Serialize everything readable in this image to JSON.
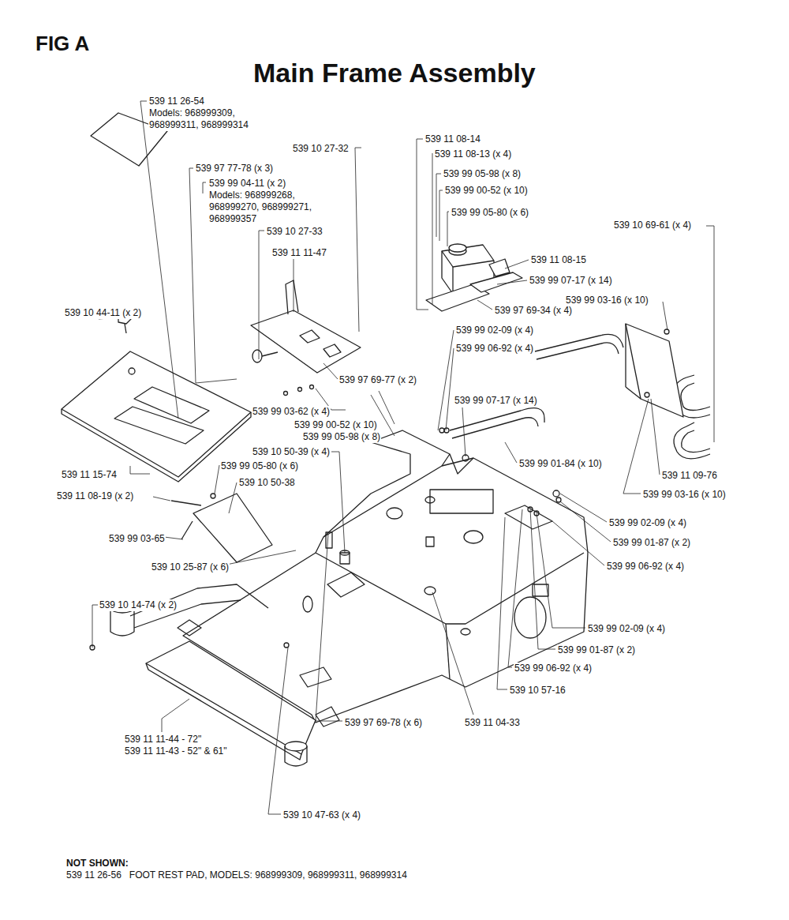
{
  "diagram": {
    "title": "Main Frame Assembly",
    "labels": [
      "FIG A",
      "539 11 26-54",
      "Models: 968999309, 968999311, 968999314",
      "539 10 27-32",
      "539 97 77-78 (x 3)",
      "539 99 04-11 (x 2)",
      "Models: 968999268, 968999270, 968999271, 968999357",
      "539 10 27-33",
      "539 11 11-47",
      "539 10 44-11 (x 2)",
      "539 97 69-77 (x 2)",
      "539 99 03-62 (x 4)",
      "539 99 00-52 (x 10)",
      "539 99 05-98 (x 8)",
      "539 11 15-74",
      "539 10 50-39 (x 4)",
      "539 99 05-80 (x 6)",
      "539 10 50-38",
      "539 11 08-19 (x 2)",
      "539 99 03-65",
      "539 10 25-87 (x 6)",
      "539 10 14-74 (x 2)",
      "539 11 11-44 - 72\"",
      "539 11 11-43 - 52\" & 61\"",
      "539 97 69-78 (x 6)",
      "539 10 47-63 (x 4)",
      "539 11 08-14",
      "539 11 08-13 (x 4)",
      "539 99 05-98 (x 8)",
      "539 99 00-52 (x 10)",
      "539 99 05-80 (x 6)",
      "539 10 69-61 (x 4)",
      "539 11 08-15",
      "539 99 07-17 (x 14)",
      "539 99 03-16 (x 10)",
      "539 97 69-34 (x 4)",
      "539 99 02-09 (x 4)",
      "539 99 06-92 (x 4)",
      "539 99 07-17 (x 14)",
      "539 99 01-84 (x 10)",
      "539 11 09-76",
      "539 99 03-16 (x 10)",
      "539 99 02-09 (x 4)",
      "539 99 01-87 (x 2)",
      "539 99 06-92 (x 4)",
      "539 99 02-09 (x 4)",
      "539 99 01-87 (x 2)",
      "539 99 06-92 (x 4)",
      "539 10 57-16",
      "539 11 04-33",
      "NOT SHOWN:",
      "539 11 26-56   FOOT REST PAD, MODELS: 968999309, 968999311, 968999314"
    ]
  }
}
